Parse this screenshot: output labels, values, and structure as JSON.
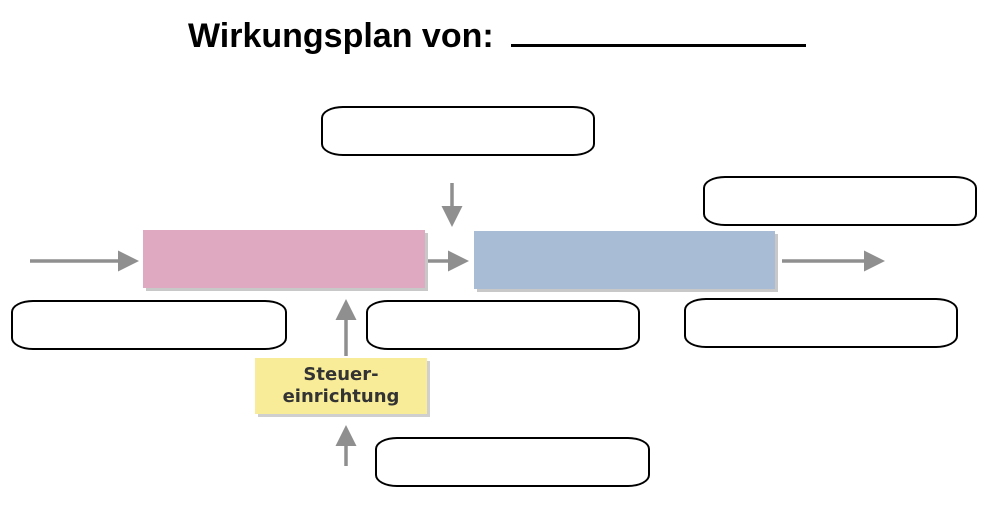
{
  "title": "Wirkungsplan von:",
  "blocks": {
    "control_unit_label_line1": "Steuer-",
    "control_unit_label_line2": "einrichtung"
  },
  "colors": {
    "controlled_system": "#dfa9c1",
    "actuator_process": "#a9bcd6",
    "control_unit": "#f8ec98",
    "arrow": "#8f8f8f"
  },
  "answer_boxes": [
    {
      "id": "top-center",
      "value": ""
    },
    {
      "id": "top-right",
      "value": ""
    },
    {
      "id": "left",
      "value": ""
    },
    {
      "id": "middle",
      "value": ""
    },
    {
      "id": "right",
      "value": ""
    },
    {
      "id": "bottom",
      "value": ""
    }
  ]
}
